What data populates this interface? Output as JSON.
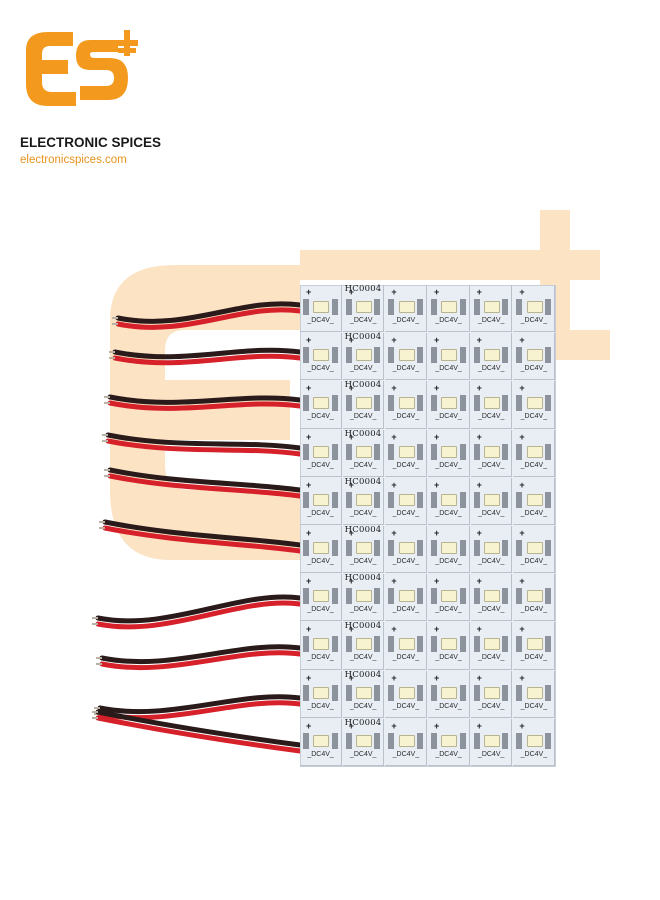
{
  "brand": {
    "name": "ELECTRONIC SPICES",
    "url": "electronicspices.com",
    "logo_letters": "ES",
    "colors": {
      "orange": "#f39a1e",
      "dark": "#1a1a1a",
      "watermark": "#fbe3c4"
    }
  },
  "product": {
    "module_code": "HC0004",
    "module_voltage": "DC4V",
    "polarity_mark": "+",
    "rows": 10,
    "columns": 6,
    "wire_colors": {
      "positive": "#d6202a",
      "negative": "#2a1a1a"
    },
    "board_color": "#e9eef5",
    "led_color": "#f7f2cf"
  }
}
